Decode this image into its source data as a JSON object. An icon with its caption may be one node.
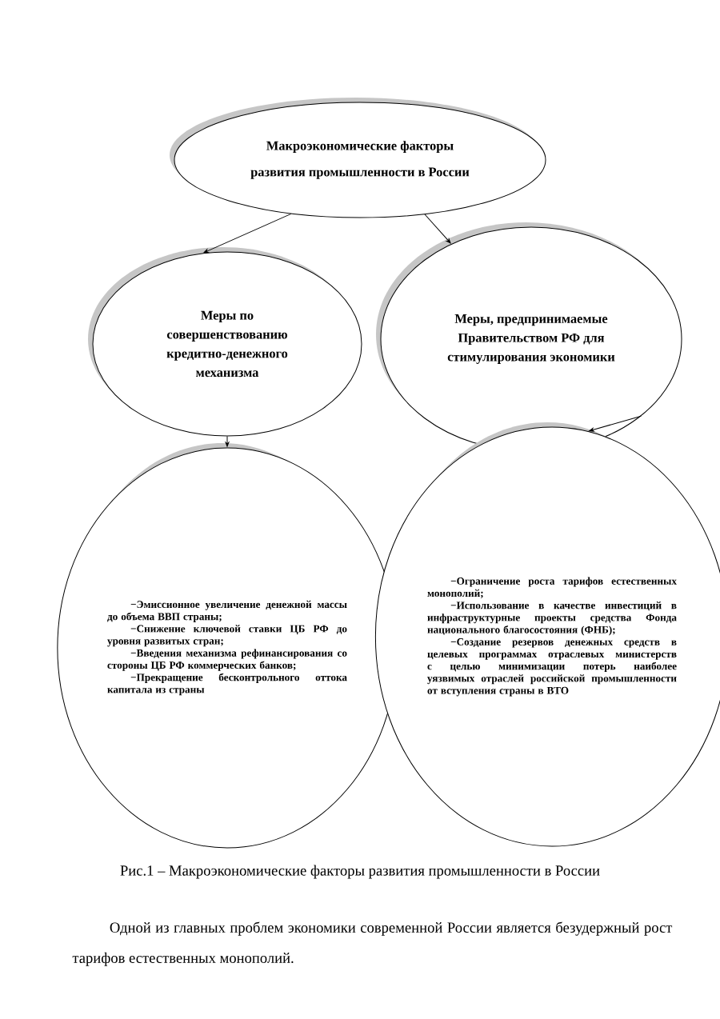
{
  "diagram": {
    "caption": "Рис.1 – Макроэкономические факторы развития промышленности в России",
    "nodes": [
      {
        "text": [
          "Макроэкономические факторы развития промышленности в России"
        ]
      },
      {
        "text": [
          "Меры по совершенствованию кредитно-денежного механизма"
        ]
      },
      {
        "text": [
          "Меры, предпринимаемые Правительством РФ для стимулирования экономики"
        ]
      },
      {
        "text": [
          "−Эмиссионное увеличение денежной массы до объема ВВП страны;",
          "−Снижение ключевой ставки ЦБ РФ до уровня развитых стран;",
          "−Введения механизма рефинансирования со стороны ЦБ РФ коммерческих банков;",
          "−Прекращение бесконтрольного оттока капитала из страны"
        ]
      },
      {
        "text": [
          "−Ограничение роста тарифов естественных монополий;",
          "−Использование в качестве инвестиций в инфраструктурные проекты средства Фонда национального благосостояния (ФНБ);",
          "−Создание резервов денежных средств в целевых программах отраслевых министерств с целью минимизации потерь наиболее уязвимых отраслей российской промышленности от вступления страны в ВТО"
        ]
      }
    ],
    "edges": [
      {
        "from": 0,
        "to": 1,
        "arrow": "to"
      },
      {
        "from": 0,
        "to": 2,
        "arrow": "to"
      },
      {
        "from": 1,
        "to": 3,
        "arrow": "to"
      },
      {
        "from": 2,
        "to": 4,
        "arrow": "to"
      }
    ],
    "labels": [
      "Одной из главных проблем экономики современной России является безудержный рост тарифов естественных монополий."
    ]
  }
}
